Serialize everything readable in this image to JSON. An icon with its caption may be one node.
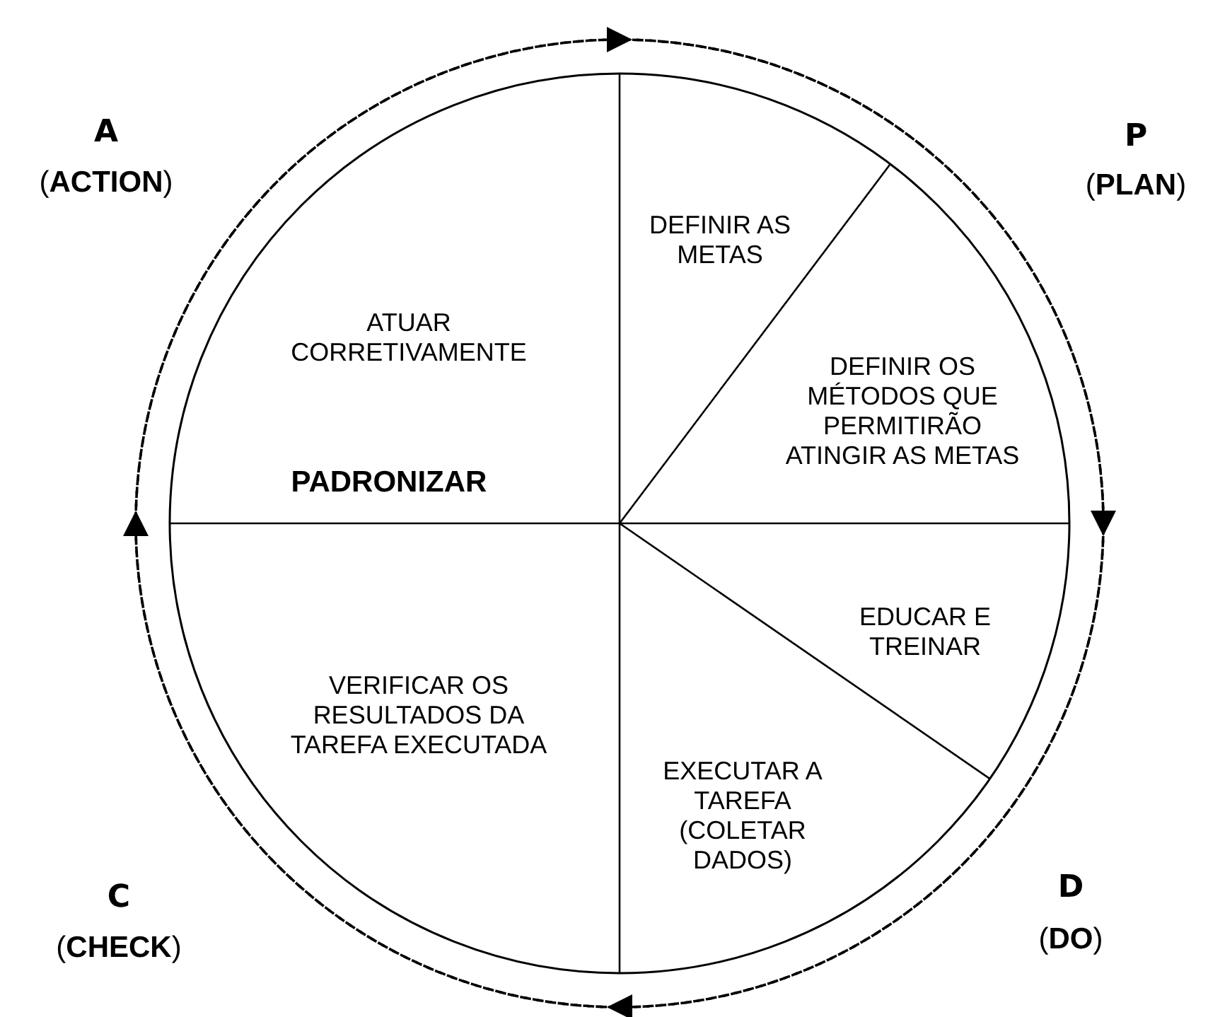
{
  "diagram": {
    "nodes": [
      {
        "text": [
          "ATUAR CORRETIVAMENTE",
          "PADRONIZAR"
        ]
      },
      {
        "text": [
          "DEFINIR AS METAS"
        ]
      },
      {
        "text": [
          "DEFINIR OS MÉTODOS QUE PERMITIRÃO ATINGIR AS METAS"
        ]
      },
      {
        "text": [
          "EDUCAR E TREINAR"
        ]
      },
      {
        "text": [
          "VERIFICAR OS RESULTADOS DA TAREFA EXECUTADA"
        ]
      },
      {
        "text": [
          "EXECUTAR A TAREFA (COLETAR DADOS)"
        ]
      }
    ],
    "edges": [],
    "labels": [
      "A",
      "(**ACTION**)",
      "P",
      "(**PLAN**)",
      "C",
      "(**CHECK**)",
      "D",
      "(**DO**)"
    ]
  }
}
